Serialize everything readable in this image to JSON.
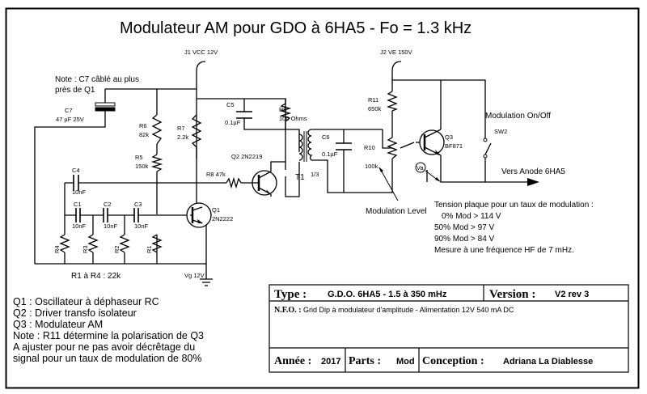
{
  "title": "Modulateur AM pour GDO à 6HA5 - Fo = 1.3 kHz",
  "connectors": {
    "j1": "J1   VCC 12V",
    "j2": "J2   VE 150V",
    "vg": "Vg 12V"
  },
  "note_c7": [
    "Note : C7 câblé au plus",
    "près de Q1"
  ],
  "components": {
    "c7": [
      "C7",
      "47 µF 25V"
    ],
    "r6": [
      "R6",
      "82k"
    ],
    "r7": [
      "R7",
      "2.2k"
    ],
    "r5": [
      "R5",
      "150k"
    ],
    "c5": [
      "C5",
      "0.1µF"
    ],
    "r9": [
      "R9",
      "100 Ohms"
    ],
    "c6": [
      "C6",
      "0.1µF"
    ],
    "r11": [
      "R11",
      "650k"
    ],
    "r10": [
      "R10",
      "100k"
    ],
    "q2": "Q2  2N2219",
    "r8": "R8  47k",
    "t1": "T1",
    "t1_ratio": "1/3",
    "q1": [
      "Q1",
      "2N2222"
    ],
    "q3": [
      "Q3",
      "BF871"
    ],
    "va": "Va",
    "sw2": "SW2",
    "c4": [
      "C4",
      "10nF"
    ],
    "c1": [
      "C1",
      "10nF"
    ],
    "c2": [
      "C2",
      "10nF"
    ],
    "c3": [
      "C3",
      "10nF"
    ],
    "r4": "R4",
    "r3": "R3",
    "r2": "R2",
    "r1": "R1",
    "r_all": "R1 à R4 : 22k"
  },
  "labels": {
    "modulation_switch": "Modulation On/Off",
    "output": "Vers Anode 6HA5",
    "modulation_level": "Modulation Level"
  },
  "tension_notes": [
    "Tension plaque pour un taux de modulation :",
    "0% Mod > 114 V",
    "50% Mod > 97 V",
    "90% Mod > 84 V",
    "Mesure à une fréquence HF de 7 mHz."
  ],
  "notes": [
    "Q1 : Oscillateur à déphaseur RC",
    "Q2 : Driver transfo isolateur",
    "Q3 : Modulateur AM",
    "Note : R11 détermine la polarisation de Q3",
    "A ajuster pour ne pas avoir décrêtage du",
    "signal pour un taux de modulation de 80%"
  ],
  "title_block": {
    "type_label": "Type :",
    "type_value": "G.D.O. 6HA5 - 1.5 à 350 mHz",
    "version_label": "Version :",
    "version_value": "V2 rev 3",
    "nfo_label": "N.F.O. :",
    "nfo_value": "Grid Dip à modulateur d'amplitude -  Alimentation 12V 540 mA DC",
    "annee_label": "Année :",
    "annee_value": "2017",
    "parts_label": "Parts :",
    "parts_value": "Mod",
    "conception_label": "Conception :",
    "conception_value": "Adriana La Diablesse"
  },
  "colors": {
    "ink": "#000000",
    "paper": "#ffffff"
  }
}
